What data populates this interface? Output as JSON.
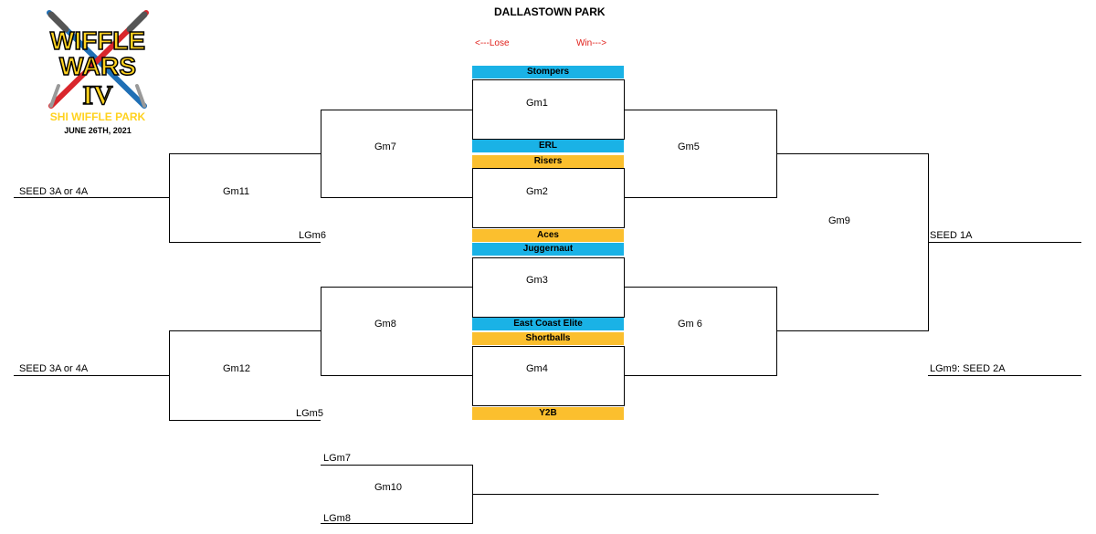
{
  "title": "DALLASTOWN PARK",
  "logo": {
    "line1": "WIFFLE",
    "line2": "WARS",
    "numeral": "IV",
    "subtitle": "SHI WIFFLE PARK",
    "date": "JUNE 26TH, 2021",
    "colors": {
      "yellow": "#ffd21f",
      "red": "#d9262c",
      "blue": "#1f6fb5"
    }
  },
  "legend": {
    "lose": "<---Lose",
    "win": "Win--->"
  },
  "colors": {
    "blue_band": "#1ab2e6",
    "gold_band": "#fbbf2e",
    "red_text": "#e0201b"
  },
  "teams": {
    "stompers": "Stompers",
    "erl": "ERL",
    "risers": "Risers",
    "aces": "Aces",
    "juggernaut": "Juggernaut",
    "east_coast_elite": "East Coast Elite",
    "shortballs": "Shortballs",
    "y2b": "Y2B"
  },
  "games": {
    "gm1": "Gm1",
    "gm2": "Gm2",
    "gm3": "Gm3",
    "gm4": "Gm4",
    "gm5": "Gm5",
    "gm6": "Gm 6",
    "gm7": "Gm7",
    "gm8": "Gm8",
    "gm9": "Gm9",
    "gm10": "Gm10",
    "gm11": "Gm11",
    "gm12": "Gm12"
  },
  "labels": {
    "seed_3a_4a_top": "SEED 3A or 4A",
    "seed_3a_4a_bottom": "SEED 3A or 4A",
    "lgm6": "LGm6",
    "lgm5": "LGm5",
    "seed_1a": "SEED 1A",
    "lgm9_seed_2a": "LGm9: SEED 2A",
    "lgm7": "LGm7",
    "lgm8": "LGm8"
  }
}
